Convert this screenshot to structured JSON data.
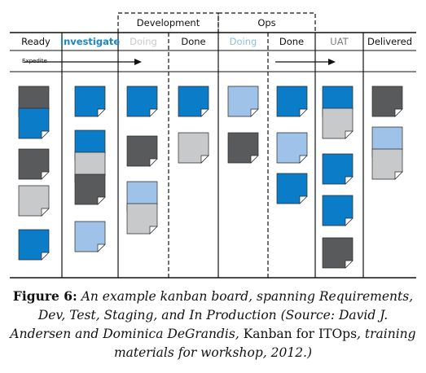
{
  "groups": [
    {
      "label": "Development",
      "columns": [
        2,
        3
      ]
    },
    {
      "label": "Ops",
      "columns": [
        4,
        5
      ]
    }
  ],
  "columns": [
    {
      "label": "Ready",
      "color": "#111111",
      "weight": "normal"
    },
    {
      "label": "Investigate",
      "color": "#1a86c8",
      "weight": "bold"
    },
    {
      "label": "Doing",
      "color": "#c9c9c9",
      "weight": "normal"
    },
    {
      "label": "Done",
      "color": "#111111",
      "weight": "normal"
    },
    {
      "label": "Doing",
      "color": "#8fbfe3",
      "weight": "normal"
    },
    {
      "label": "Done",
      "color": "#111111",
      "weight": "normal"
    },
    {
      "label": "UAT",
      "color": "#7a7a7a",
      "weight": "normal"
    },
    {
      "label": "Delivered",
      "color": "#111111",
      "weight": "normal"
    }
  ],
  "expedite_label": "Expedite",
  "card_colors": {
    "blue": "#0a7cc8",
    "dark": "#595a5c",
    "light": "#c8c9cb",
    "pale": "#9fc2e8"
  },
  "cards": [
    [
      [
        "dark",
        "blue"
      ],
      [
        "dark"
      ],
      [
        "light"
      ],
      [
        "blue"
      ]
    ],
    [
      [
        "blue"
      ],
      [
        "blue",
        "light",
        "dark"
      ],
      [
        "pale"
      ]
    ],
    [
      [
        "blue"
      ],
      [
        "dark"
      ],
      [
        "pale",
        "light"
      ]
    ],
    [
      [
        "blue"
      ],
      [
        "light"
      ]
    ],
    [
      [
        "pale"
      ],
      [
        "dark"
      ]
    ],
    [
      [
        "blue"
      ],
      [
        "pale"
      ],
      [
        "blue"
      ]
    ],
    [
      [
        "blue",
        "light"
      ],
      [
        "blue"
      ],
      [
        "blue"
      ],
      [
        "dark"
      ]
    ],
    [
      [
        "dark"
      ],
      [
        "pale",
        "light"
      ]
    ]
  ],
  "caption": {
    "lead": "Figure 6:",
    "p1": " An example kanban board, spanning Requirements, Dev, Test, Staging, and In Production (Source: David J. Andersen and Dominica DeGrandis, ",
    "p2": "Kanban for ITOps",
    "p3": ", training materials for workshop, 2012.)"
  }
}
